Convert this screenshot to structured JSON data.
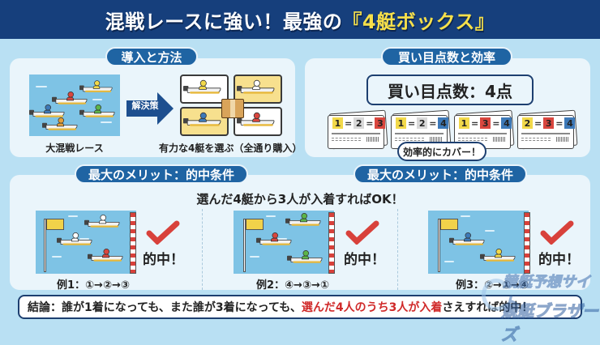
{
  "header": {
    "title_prefix": "混戦レースに強い！最強の",
    "title_highlight": "『4艇ボックス』"
  },
  "intro_panel": {
    "pill_label": "導入と方法",
    "left_caption": "大混戦レース",
    "arrow_label": "解決策",
    "right_caption": "有力な4艇を選ぶ（全通り購入）",
    "boats_left": [
      "yellow",
      "red",
      "blue",
      "green",
      "orange"
    ],
    "boats_right": [
      {
        "rider": "yellow",
        "card": "white"
      },
      {
        "rider": "white",
        "card": "yellow"
      },
      {
        "rider": "blue",
        "card": "yellow"
      },
      {
        "rider": "red",
        "card": "white"
      }
    ]
  },
  "bets_panel": {
    "pill_label": "買い目点数と効率",
    "count_label": "買い目点数：4点",
    "tickets": [
      {
        "nums": [
          {
            "n": "1",
            "c": "#f2d94a"
          },
          {
            "n": "2",
            "c": "#d9d9d9"
          },
          {
            "n": "3",
            "c": "#d9463e"
          }
        ]
      },
      {
        "nums": [
          {
            "n": "1",
            "c": "#f2d94a"
          },
          {
            "n": "2",
            "c": "#d9d9d9"
          },
          {
            "n": "4",
            "c": "#3d79b8"
          }
        ]
      },
      {
        "nums": [
          {
            "n": "1",
            "c": "#f2d94a"
          },
          {
            "n": "3",
            "c": "#d9463e"
          },
          {
            "n": "4",
            "c": "#3d79b8"
          }
        ]
      },
      {
        "nums": [
          {
            "n": "2",
            "c": "#f2d94a"
          },
          {
            "n": "3",
            "c": "#d9463e"
          },
          {
            "n": "4",
            "c": "#3d79b8"
          }
        ]
      }
    ],
    "equals": "=",
    "bubble_label": "効率的にカバー！"
  },
  "merit_panel": {
    "pill_left": "最大のメリット：的中条件",
    "pill_right": "最大のメリット：的中条件",
    "subtitle": "選んだ4艇から3人が入着すればOK！",
    "hit_label": "的中！",
    "examples": [
      {
        "label": "例1：①→②→③",
        "riders": [
          "white",
          "white",
          "red"
        ]
      },
      {
        "label": "例2：④→③→①",
        "riders": [
          "green",
          "red",
          "green"
        ]
      },
      {
        "label": "例3：②→①→④",
        "riders": [
          "blue",
          "yellow"
        ]
      }
    ]
  },
  "conclusion": {
    "prefix": "結論：誰が1着になっても、また誰が3着になっても、",
    "highlight": "選んだ4人のうち3人が入着",
    "suffix": "さえすれば的中！"
  },
  "watermark": {
    "line1": "競艇予想サイト",
    "line2": "競艇ブラザーズ"
  },
  "colors": {
    "header_bg": "#163f7c",
    "title_highlight": "#f7e04a",
    "pill_bg": "#1f64a3",
    "page_bg": "#b9e0f3",
    "panel_bg": "#eaf5fb",
    "check_red": "#d8413b",
    "conclusion_red": "#d02a2a"
  }
}
